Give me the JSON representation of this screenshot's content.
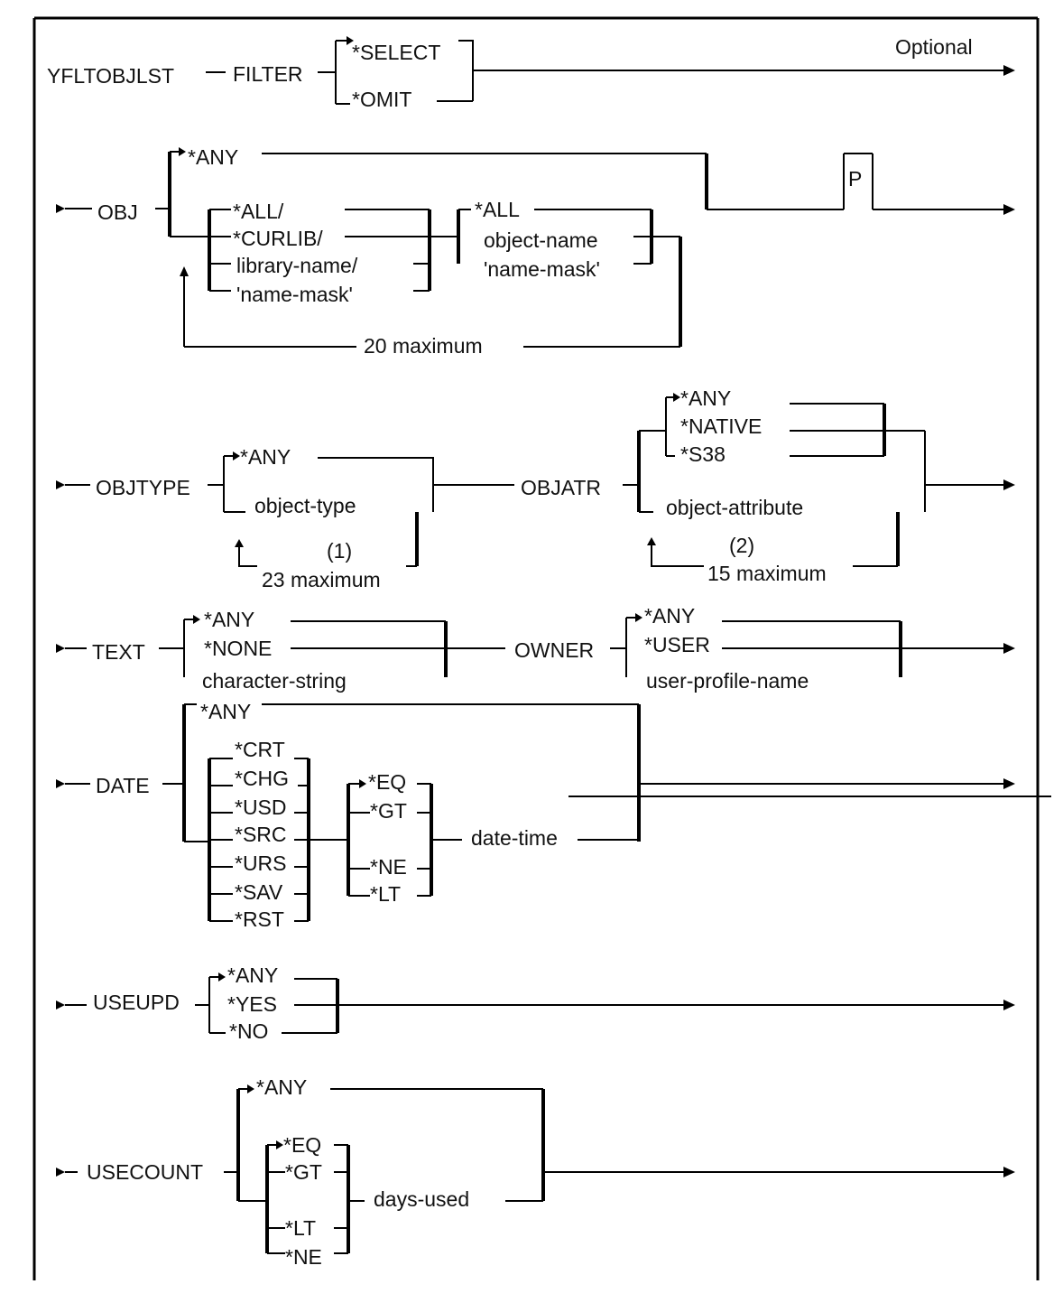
{
  "command": "YFLTOBJLST",
  "optional": "Optional",
  "filter": {
    "keyword": "FILTER",
    "values": [
      "*SELECT",
      "*OMIT"
    ]
  },
  "obj": {
    "keyword": "OBJ",
    "any": "*ANY",
    "library_values": [
      "*ALL/",
      "*CURLIB/",
      "library-name/",
      "'name-mask'"
    ],
    "object_values": [
      "*ALL",
      "object-name",
      "'name-mask'"
    ],
    "repeat": "20 maximum",
    "positional": "P"
  },
  "objtype": {
    "keyword": "OBJTYPE",
    "values": [
      "*ANY",
      "object-type"
    ],
    "note": "(1)",
    "repeat": "23 maximum"
  },
  "objatr": {
    "keyword": "OBJATR",
    "values": [
      "*ANY",
      "*NATIVE",
      "*S38",
      "object-attribute"
    ],
    "note": "(2)",
    "repeat": "15 maximum"
  },
  "text": {
    "keyword": "TEXT",
    "values": [
      "*ANY",
      "*NONE",
      "character-string"
    ]
  },
  "owner": {
    "keyword": "OWNER",
    "values": [
      "*ANY",
      "*USER",
      "user-profile-name"
    ]
  },
  "date": {
    "keyword": "DATE",
    "any": "*ANY",
    "types": [
      "*CRT",
      "*CHG",
      "*USD",
      "*SRC",
      "*URS",
      "*SAV",
      "*RST"
    ],
    "operators": [
      "*EQ",
      "*GT",
      "*NE",
      "*LT"
    ],
    "value": "date-time"
  },
  "useupd": {
    "keyword": "USEUPD",
    "values": [
      "*ANY",
      "*YES",
      "*NO"
    ]
  },
  "usecount": {
    "keyword": "USECOUNT",
    "any": "*ANY",
    "operators": [
      "*EQ",
      "*GT",
      "*LT",
      "*NE"
    ],
    "value": "days-used"
  }
}
